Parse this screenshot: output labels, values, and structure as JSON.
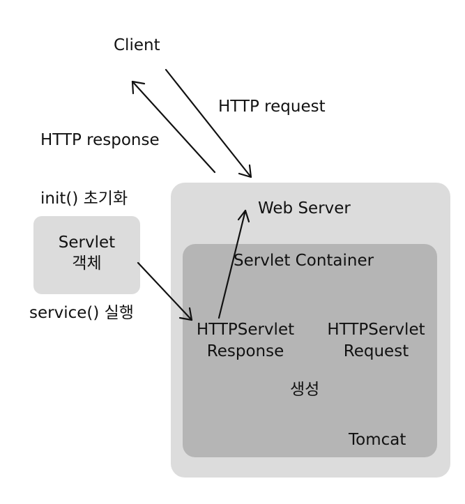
{
  "client": "Client",
  "http_request": "HTTP request",
  "http_response": "HTTP response",
  "init": "init() 초기화",
  "servlet_object": {
    "line1": "Servlet",
    "line2": "객체"
  },
  "service": "service() 실행",
  "web_server": "Web Server",
  "servlet_container": "Servlet Container",
  "http_servlet_response": {
    "line1": "HTTPServlet",
    "line2": "Response"
  },
  "http_servlet_request": {
    "line1": "HTTPServlet",
    "line2": "Request"
  },
  "create": "생성",
  "tomcat": "Tomcat",
  "colors": {
    "outer_box": "#dcdcdc",
    "inner_box": "#b5b5b5",
    "servlet_box": "#dcdcdc",
    "line": "#111111"
  }
}
